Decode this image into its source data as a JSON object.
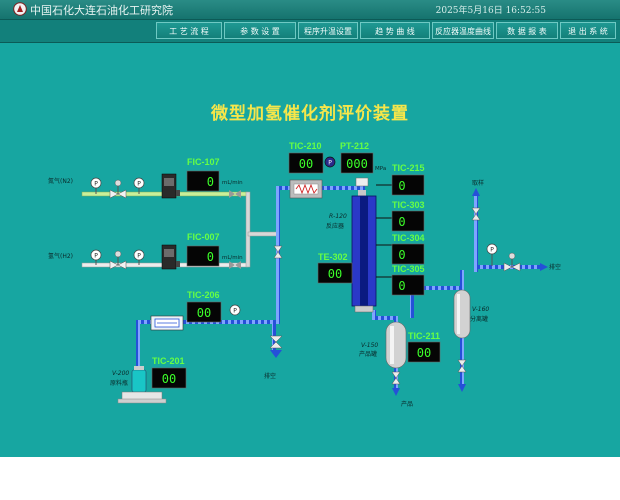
{
  "window": {
    "org_name": "中国石化大连石油化工研究院",
    "datetime": "2025年5月16日 16:52:55"
  },
  "menu": [
    {
      "id": "process",
      "label": "工 艺 流 程"
    },
    {
      "id": "params",
      "label": "参 数 设 置"
    },
    {
      "id": "ramp",
      "label": "程序升温设置"
    },
    {
      "id": "trend",
      "label": "趋 势 曲 线"
    },
    {
      "id": "reactor-temp",
      "label": "反应器温度曲线"
    },
    {
      "id": "report",
      "label": "数 据 报 表"
    },
    {
      "id": "exit",
      "label": "退 出 系 统"
    }
  ],
  "title": "微型加氢催化剂评价装置",
  "gases": {
    "n2_label": "氮气(N2)",
    "h2_label": "氢气(H2)"
  },
  "instruments": {
    "fic107": {
      "tag": "FIC-107",
      "value": "0",
      "unit": "mL/min"
    },
    "fic007": {
      "tag": "FIC-007",
      "value": "0",
      "unit": "mL/min"
    },
    "tic206": {
      "tag": "TIC-206",
      "value": "00"
    },
    "tic201": {
      "tag": "TIC-201",
      "value": "00"
    },
    "tic210": {
      "tag": "TIC-210",
      "value": "00"
    },
    "pt212": {
      "tag": "PT-212",
      "value": "000",
      "unit": "MPa"
    },
    "tic215": {
      "tag": "TIC-215",
      "value": "0"
    },
    "tic303": {
      "tag": "TIC-303",
      "value": "0"
    },
    "tic304": {
      "tag": "TIC-304",
      "value": "0"
    },
    "tic305": {
      "tag": "TIC-305",
      "value": "0"
    },
    "te302": {
      "tag": "TE-302",
      "value": "00"
    },
    "tic211": {
      "tag": "TIC-211",
      "value": "00"
    }
  },
  "equipment": {
    "reactor_tag": "R-120",
    "reactor_label": "反应器",
    "product_tank_tag": "V-150",
    "product_tank_label": "产品罐",
    "separator_tag": "V-160",
    "separator_label": "分离罐",
    "feed_tank_tag": "V-200",
    "feed_tank_label": "原料瓶"
  },
  "streams": {
    "vent1": "排空",
    "vent2": "排空",
    "sample": "取样",
    "product": "产品"
  },
  "gauge_letter": "P",
  "colors": {
    "background": "#17a6a1",
    "digits": "#3cff2a",
    "tag": "#66ff44",
    "title": "#f6e64a",
    "pipe_blue": "#2550d8",
    "pipe_gas": "#a8e07a"
  }
}
